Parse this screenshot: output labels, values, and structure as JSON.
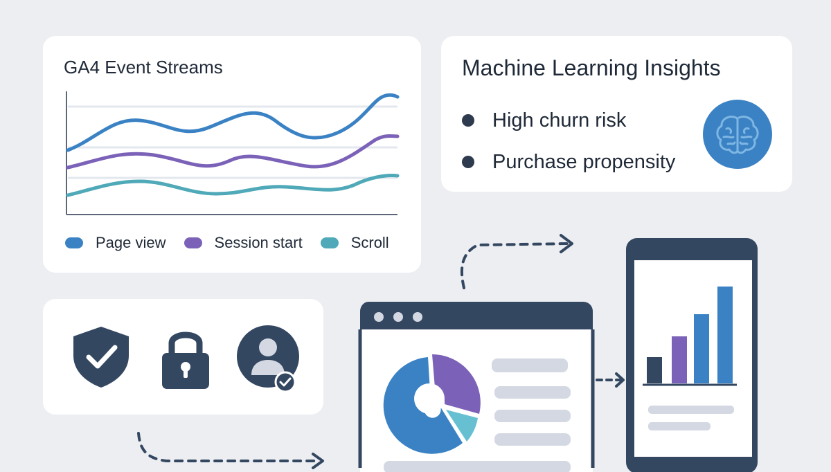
{
  "colors": {
    "background": "#eceef2",
    "card": "#ffffff",
    "dark": "#344761",
    "page_view": "#3a82c4",
    "session_start": "#7b62b8",
    "scroll": "#4fa9b8",
    "placeholder": "#d3d8e2"
  },
  "streams_card": {
    "title": "GA4 Event Streams",
    "legend": [
      {
        "label": "Page view",
        "color": "#3a82c4"
      },
      {
        "label": "Session start",
        "color": "#7b62b8"
      },
      {
        "label": "Scroll",
        "color": "#4fa9b8"
      }
    ]
  },
  "ml_card": {
    "title": "Machine Learning Insights",
    "items": [
      "High churn risk",
      "Purchase propensity"
    ],
    "icon": "brain-icon"
  },
  "security_card": {
    "icons": [
      "shield-check-icon",
      "padlock-icon",
      "verified-user-icon"
    ]
  },
  "dashboard": {
    "window_dots": 3,
    "icon": "pie-chart-icon"
  },
  "phone": {
    "icon": "bar-chart-icon"
  },
  "connectors": [
    "dashed-arrow-up",
    "dashed-arrow-right",
    "dashed-arrow-bottom"
  ]
}
